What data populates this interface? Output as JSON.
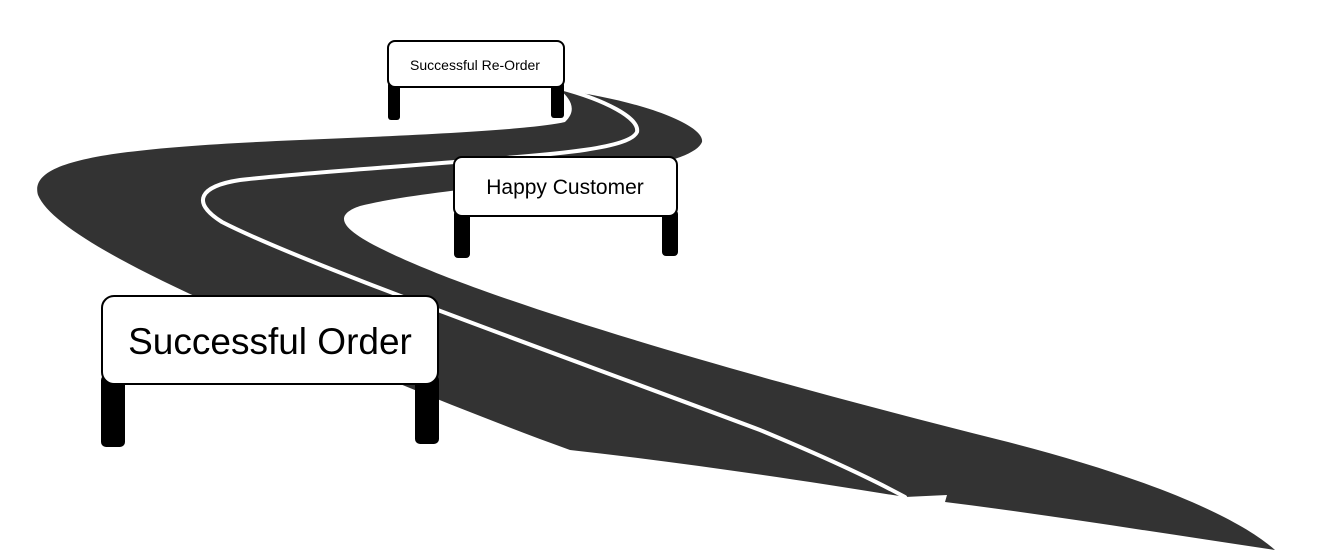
{
  "signs": {
    "reorder": {
      "label": "Successful Re-Order"
    },
    "happy": {
      "label": "Happy Customer"
    },
    "order": {
      "label": "Successful Order"
    }
  },
  "colors": {
    "road": "#333333",
    "lane_marking": "#ffffff",
    "sign_board": "#ffffff",
    "sign_border": "#000000",
    "sign_post": "#000000",
    "background": "#ffffff"
  }
}
